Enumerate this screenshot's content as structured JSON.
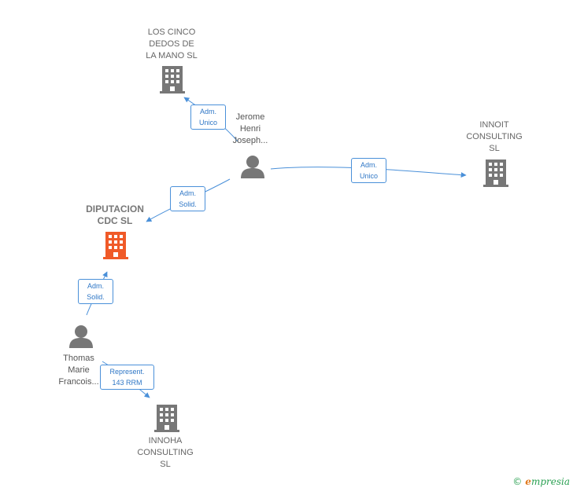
{
  "colors": {
    "edge": "#4a90d9",
    "company_icon": "#777777",
    "main_company_icon": "#f05a28",
    "person_icon": "#777777"
  },
  "nodes": {
    "los_cinco": {
      "label": "LOS CINCO\nDEDOS DE\nLA MANO  SL",
      "icon": "building-icon"
    },
    "jerome": {
      "label": "Jerome\nHenri\nJoseph...",
      "icon": "person-icon"
    },
    "innoit": {
      "label": "INNOIT\nCONSULTING\nSL",
      "icon": "building-icon"
    },
    "diputacion": {
      "label": "DIPUTACION\nCDC  SL",
      "icon": "building-icon"
    },
    "thomas": {
      "label": "Thomas\nMarie\nFrancois...",
      "icon": "person-icon"
    },
    "innoha": {
      "label": "INNOHA\nCONSULTING\nSL",
      "icon": "building-icon"
    }
  },
  "edges": {
    "jerome_los_cinco": "Adm.\nUnico",
    "jerome_innoit": "Adm.\nUnico",
    "jerome_diputacion": "Adm.\nSolid.",
    "thomas_diputacion": "Adm.\nSolid.",
    "thomas_innoha": "Represent.\n143 RRM"
  },
  "brand": {
    "copyright": "©",
    "first_letter": "e",
    "rest": "mpresia"
  }
}
